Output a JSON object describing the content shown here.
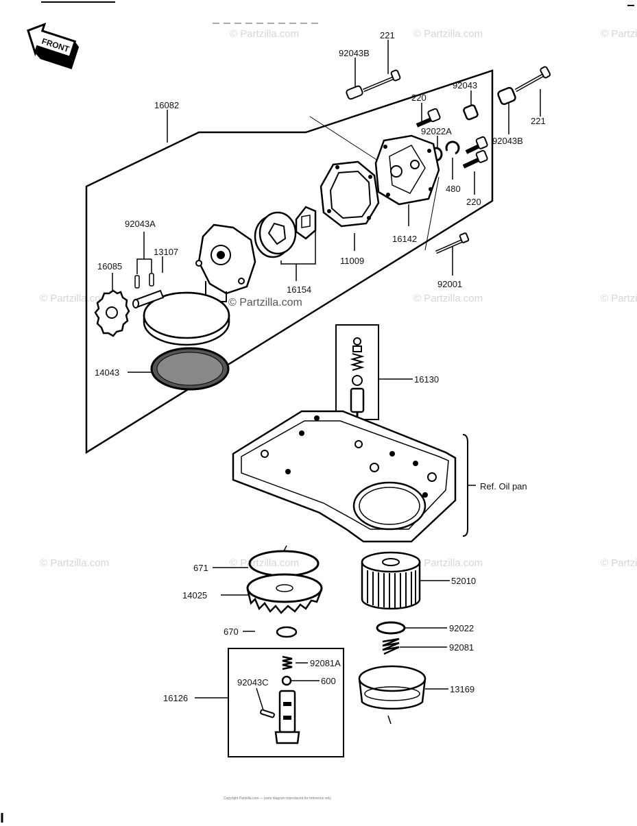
{
  "front_arrow": {
    "label": "FRONT"
  },
  "watermark": {
    "text": "© Partzilla.com"
  },
  "oil_pan_ref": "Ref. Oil pan",
  "labels": {
    "p221a": "221",
    "p92043b_a": "92043B",
    "p92043": "92043",
    "p16082": "16082",
    "p220a": "220",
    "p92022a": "92022A",
    "p221b": "221",
    "p92043b_b": "92043B",
    "p480": "480",
    "p220b": "220",
    "p92043a": "92043A",
    "p13107": "13107",
    "p16085": "16085",
    "p16142": "16142",
    "p11009": "11009",
    "p16154": "16154",
    "p92001": "92001",
    "p14043": "14043",
    "p16130": "16130",
    "p671": "671",
    "p14025": "14025",
    "p52010": "52010",
    "p670": "670",
    "p92022": "92022",
    "p92081": "92081",
    "p92081a": "92081A",
    "p92043c": "92043C",
    "p600": "600",
    "p16126": "16126",
    "p13169": "13169"
  },
  "footer": {
    "text": "Copyright Partzilla.com — parts diagram reproduced for reference only"
  }
}
